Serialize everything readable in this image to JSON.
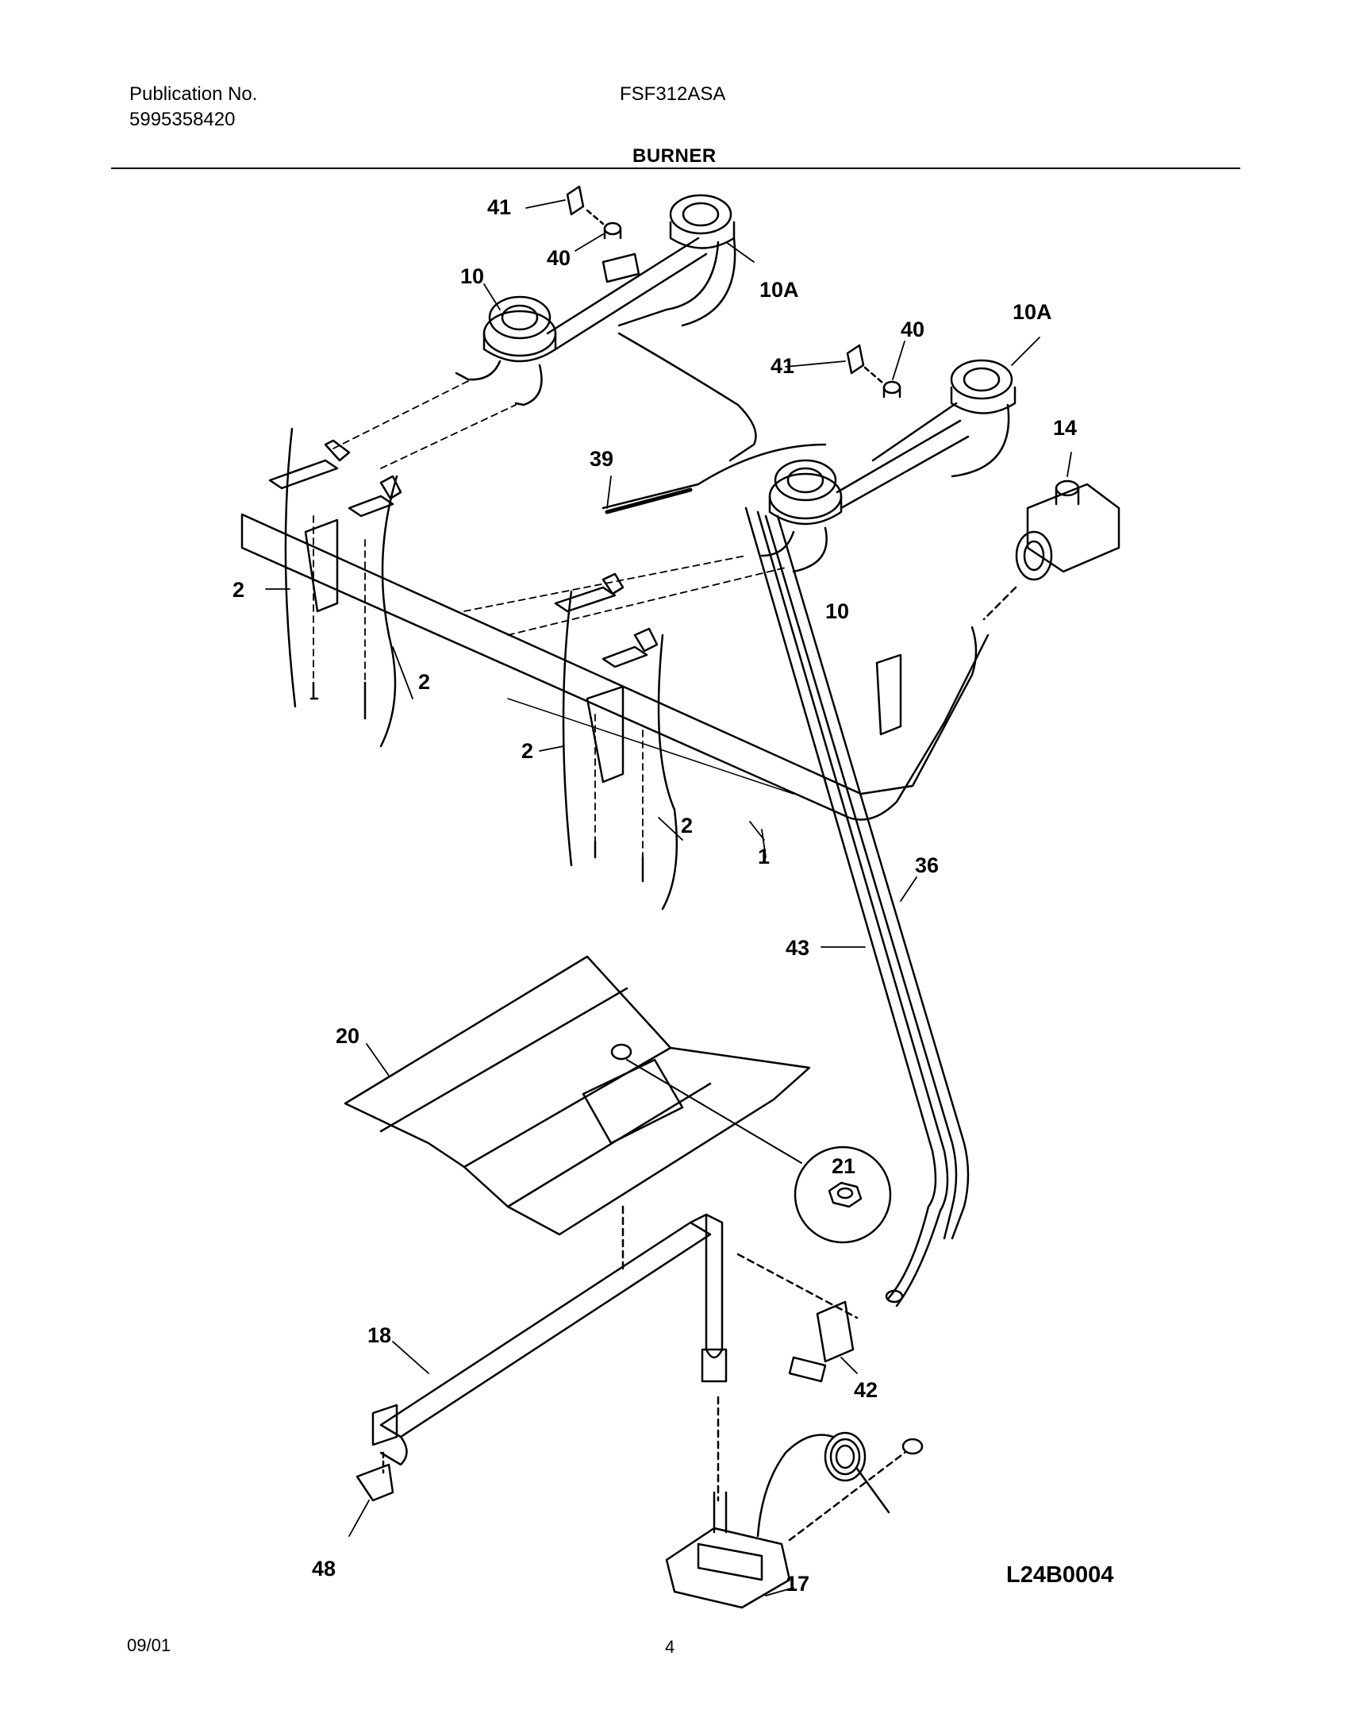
{
  "header": {
    "publication_label": "Publication No.",
    "publication_number": "5995358420",
    "model": "FSF312ASA",
    "section": "BURNER"
  },
  "callouts": {
    "c1": "1",
    "c2a": "2",
    "c2b": "2",
    "c2c": "2",
    "c2d": "2",
    "c10a": "10",
    "c10b": "10",
    "c10Aa": "10A",
    "c10Ab": "10A",
    "c14": "14",
    "c17": "17",
    "c18": "18",
    "c20": "20",
    "c21": "21",
    "c36": "36",
    "c39": "39",
    "c40a": "40",
    "c40b": "40",
    "c41a": "41",
    "c41b": "41",
    "c42": "42",
    "c43": "43",
    "c48": "48"
  },
  "diagram_code": "L24B0004",
  "footer": {
    "date": "09/01",
    "page": "4"
  }
}
